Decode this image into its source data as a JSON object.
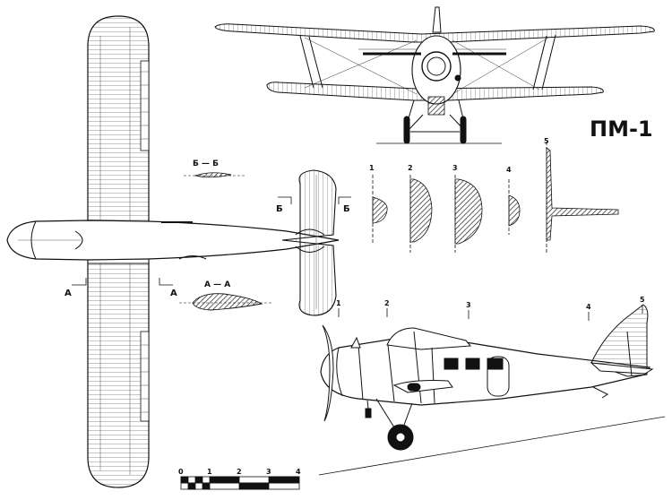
{
  "title": "ПМ-1",
  "section_labels": {
    "bb_top": "Б — Б",
    "b_left": "Б",
    "b_right": "Б",
    "aa_top": "А — А",
    "a_left": "А",
    "a_right": "А"
  },
  "station_numbers": [
    "1",
    "2",
    "3",
    "4",
    "5"
  ],
  "scale_labels": [
    "0",
    "1",
    "2",
    "3",
    "4"
  ],
  "colors": {
    "ink": "#111111",
    "hatch": "#222222",
    "paper": "#ffffff"
  }
}
